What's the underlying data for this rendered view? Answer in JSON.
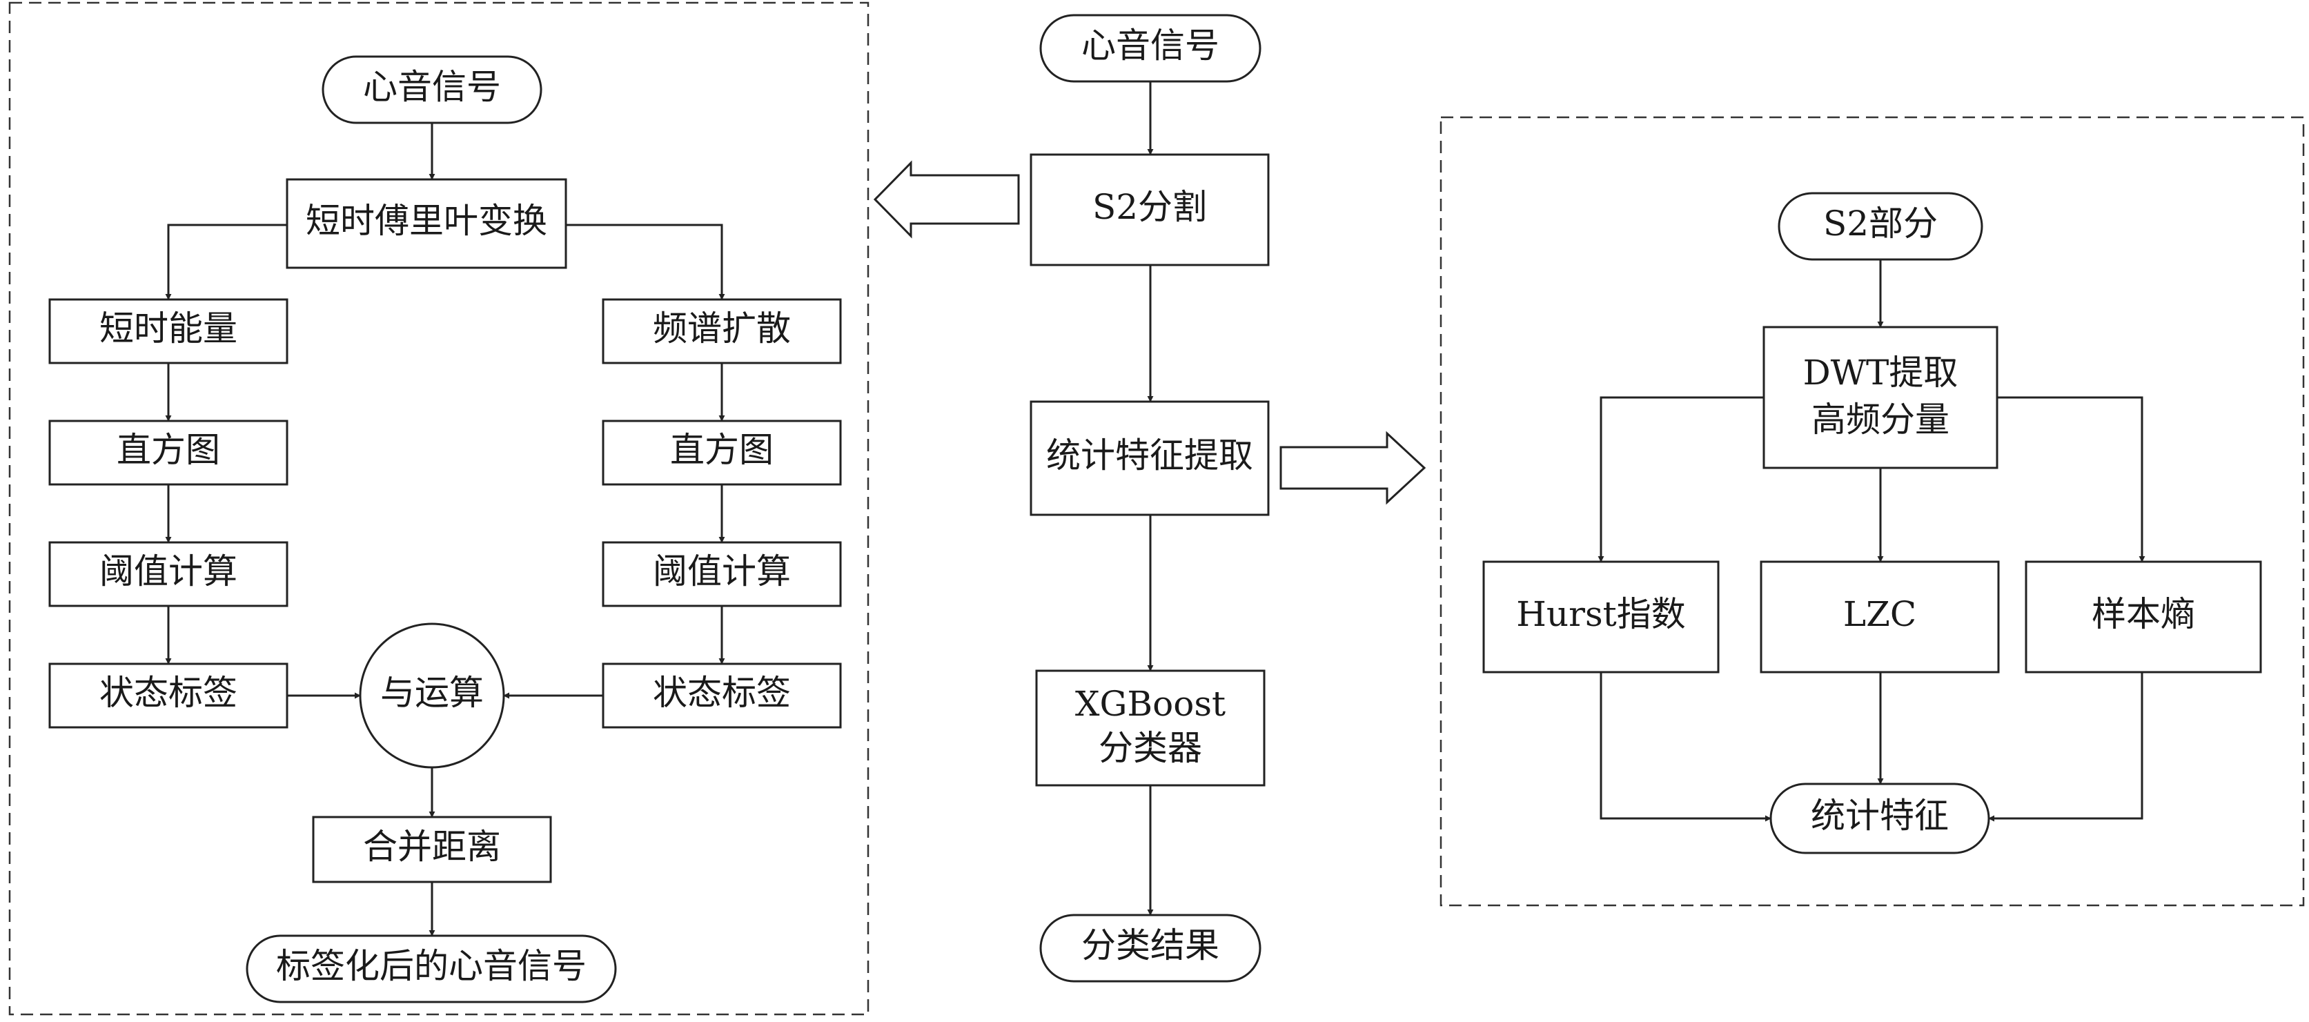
{
  "center": {
    "input": "心音信号",
    "segmentation": "S2分割",
    "feature_extraction": "统计特征提取",
    "classifier_line1": "XGBoost",
    "classifier_line2": "分类器",
    "result": "分类结果"
  },
  "left_panel": {
    "input": "心音信号",
    "stft": "短时傅里叶变换",
    "left_branch": [
      "短时能量",
      "直方图",
      "阈值计算",
      "状态标签"
    ],
    "right_branch": [
      "频谱扩散",
      "直方图",
      "阈值计算",
      "状态标签"
    ],
    "and_op": "与运算",
    "merge": "合并距离",
    "output": "标签化后的心音信号"
  },
  "right_panel": {
    "input": "S2部分",
    "dwt_line1": "DWT提取",
    "dwt_line2": "高频分量",
    "features": [
      "Hurst指数",
      "LZC",
      "样本熵"
    ],
    "output": "统计特征"
  }
}
